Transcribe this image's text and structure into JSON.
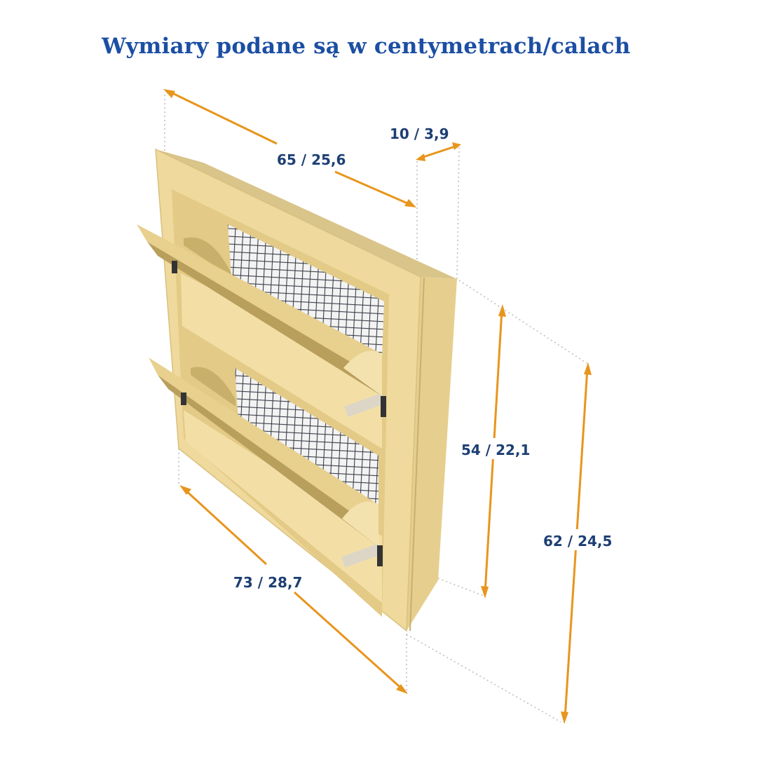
{
  "title": "Wymiary podane są w centymetrach/calach",
  "dimensions": {
    "top_width": "65 / 25,6",
    "depth": "10 / 3,9",
    "inner_height": "54 / 22,1",
    "outer_height": "62 / 24,5",
    "bottom_width": "73 / 28,7"
  },
  "colors": {
    "title": "#1c4fa3",
    "label": "#1d3f73",
    "arrow": "#e8951c",
    "frame": "#edd596"
  }
}
